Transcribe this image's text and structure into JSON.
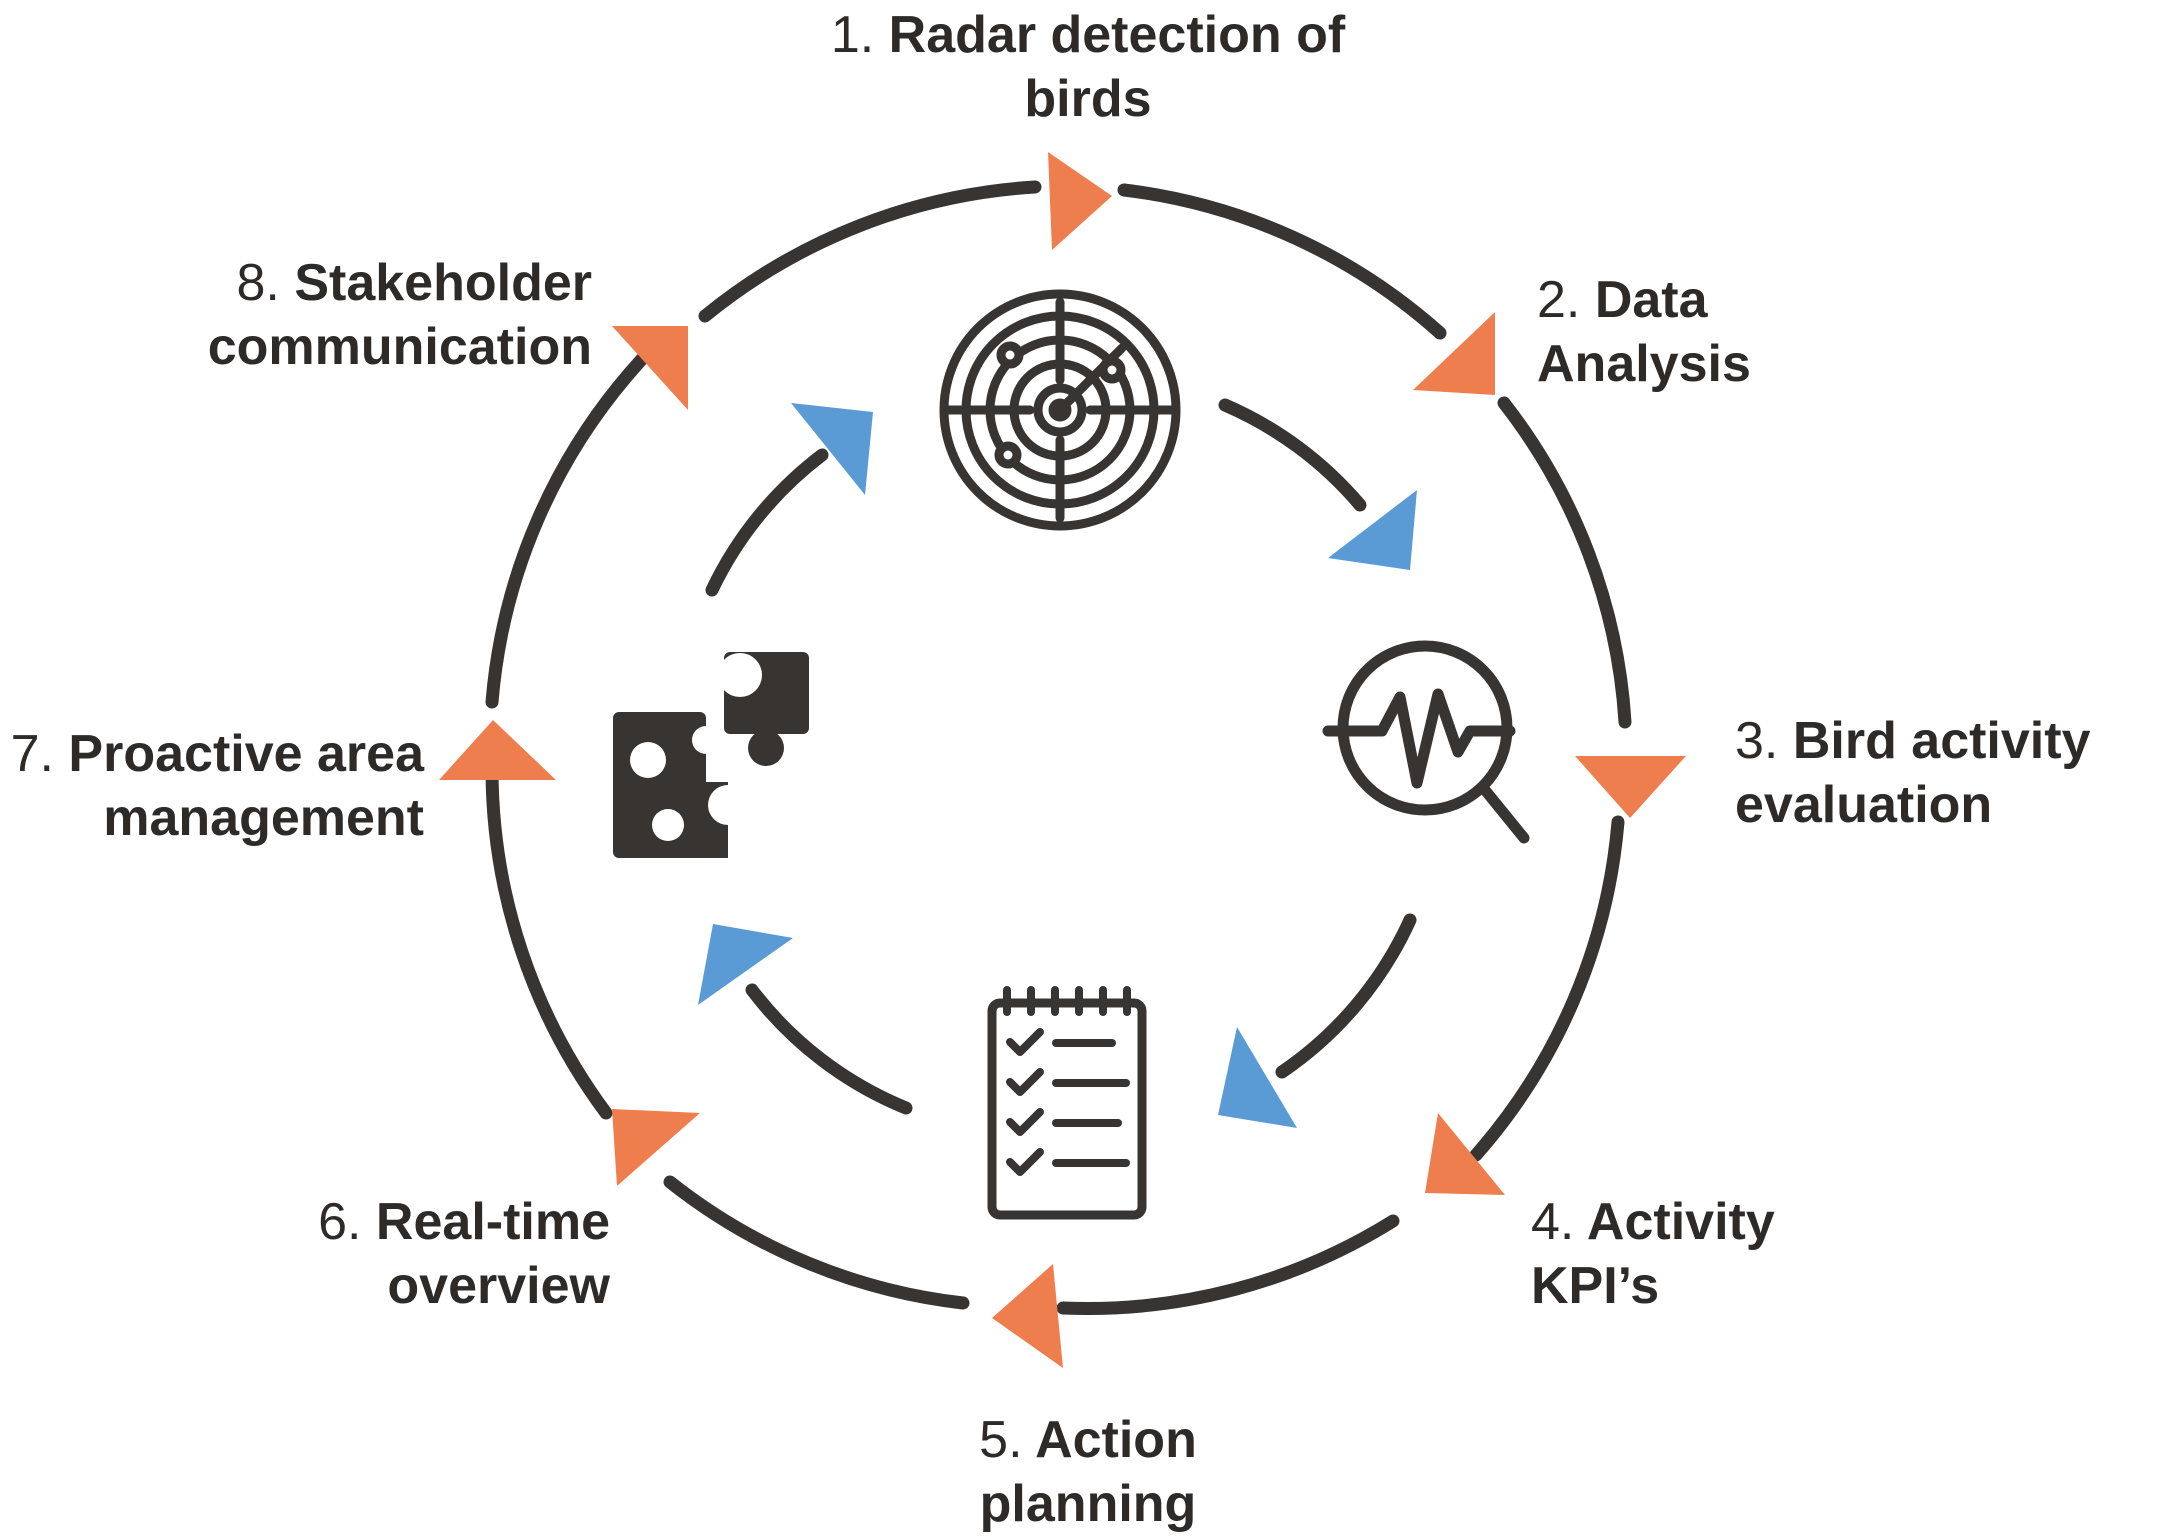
{
  "colors": {
    "ring": "#383431",
    "orange_arrow": "#ef7e4f",
    "blue_arrow": "#5b9bd5",
    "icon": "#383431",
    "text": "#2d2a28"
  },
  "steps": [
    {
      "number": "1.",
      "line1": "Radar detection of",
      "line2": "birds"
    },
    {
      "number": "2.",
      "line1": "Data",
      "line2": "Analysis"
    },
    {
      "number": "3.",
      "line1": "Bird activity",
      "line2": "evaluation"
    },
    {
      "number": "4.",
      "line1": "Activity",
      "line2": "KPI’s"
    },
    {
      "number": "5.",
      "line1": "Action",
      "line2": "planning"
    },
    {
      "number": "6.",
      "line1": "Real-time",
      "line2": "overview"
    },
    {
      "number": "7.",
      "line1": "Proactive area",
      "line2": "management"
    },
    {
      "number": "8.",
      "line1": "Stakeholder",
      "line2": "communication"
    }
  ],
  "icons": [
    "radar-icon",
    "magnifier-pulse-icon",
    "checklist-icon",
    "puzzle-icon"
  ]
}
